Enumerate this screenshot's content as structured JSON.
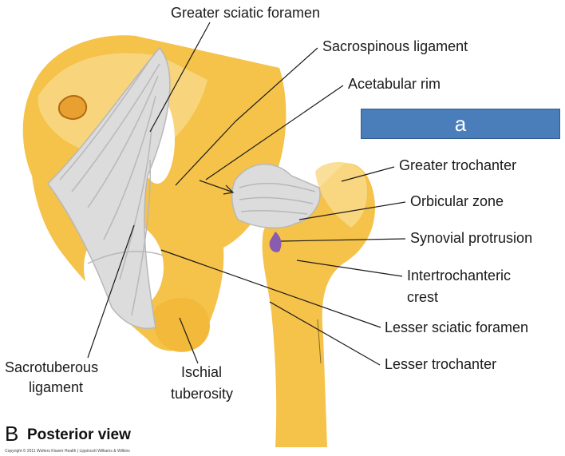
{
  "labels": {
    "greater_sciatic_foramen": "Greater sciatic foramen",
    "sacrospinous_ligament": "Sacrospinous ligament",
    "acetabular_rim": "Acetabular rim",
    "greater_trochanter": "Greater trochanter",
    "orbicular_zone": "Orbicular zone",
    "synovial_protrusion": "Synovial protrusion",
    "intertrochanteric_line1": "Intertrochanteric",
    "intertrochanteric_line2": "crest",
    "lesser_sciatic_foramen": "Lesser sciatic foramen",
    "lesser_trochanter": "Lesser trochanter",
    "sacrotuberous_line1": "Sacrotuberous",
    "sacrotuberous_line2": "ligament",
    "ischial_line1": "Ischial",
    "ischial_line2": "tuberosity"
  },
  "caption": {
    "letter": "B",
    "text": "Posterior view",
    "copyright": "Copyright © 2011 Wolters Kluwer Health | Lippincott Williams & Wilkins"
  },
  "answer_box": {
    "text": "a"
  },
  "colors": {
    "bone": "#f5c24a",
    "bone_light": "#f9d98a",
    "ligament": "#d9d9d9",
    "synovial": "#8a5cb0",
    "box_fill": "#4a7ebb"
  }
}
